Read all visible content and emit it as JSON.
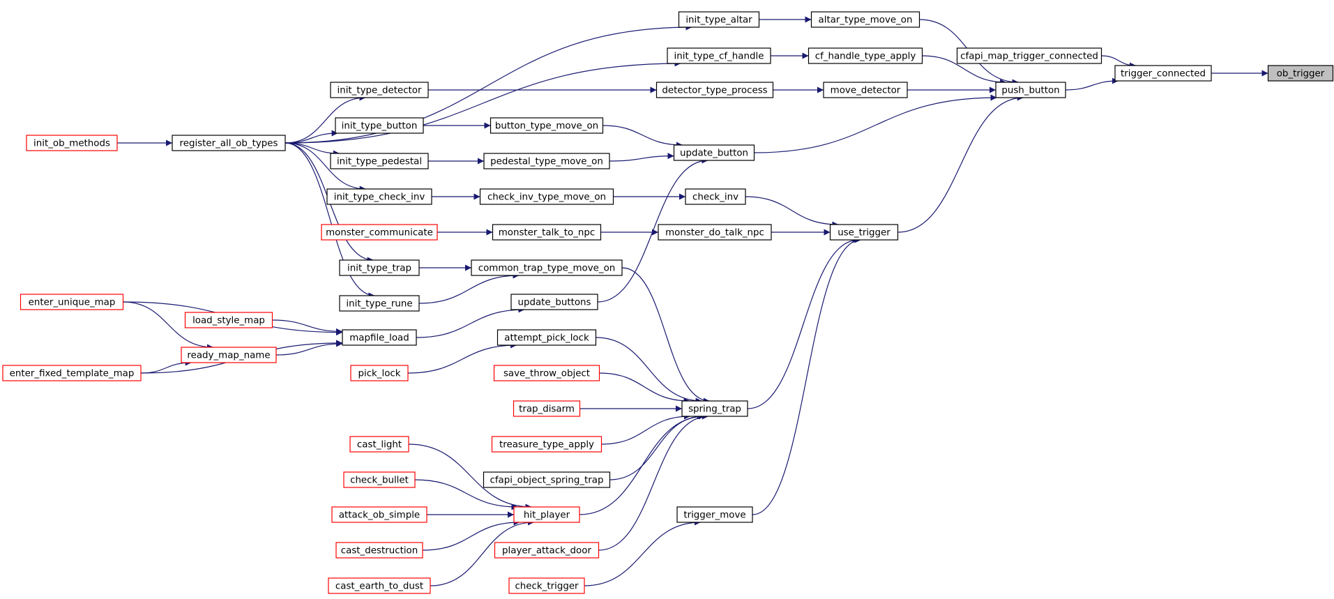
{
  "graph": {
    "colors": {
      "edge": "#191970",
      "node_border": "#000000",
      "unexpanded_border": "#ff0000",
      "focus_fill": "#bfbfbf"
    },
    "nodes": [
      {
        "id": "ob_trigger",
        "label": "ob_trigger",
        "style": "focus"
      },
      {
        "id": "trigger_connected",
        "label": "trigger_connected",
        "style": "normal"
      },
      {
        "id": "cfapi_map_trigger_connected",
        "label": "cfapi_map_trigger_connected",
        "style": "normal"
      },
      {
        "id": "push_button",
        "label": "push_button",
        "style": "normal"
      },
      {
        "id": "altar_type_move_on",
        "label": "altar_type_move_on",
        "style": "normal"
      },
      {
        "id": "cf_handle_type_apply",
        "label": "cf_handle_type_apply",
        "style": "normal"
      },
      {
        "id": "move_detector",
        "label": "move_detector",
        "style": "normal"
      },
      {
        "id": "update_button",
        "label": "update_button",
        "style": "normal"
      },
      {
        "id": "use_trigger",
        "label": "use_trigger",
        "style": "normal"
      },
      {
        "id": "init_type_altar",
        "label": "init_type_altar",
        "style": "normal"
      },
      {
        "id": "init_type_cf_handle",
        "label": "init_type_cf_handle",
        "style": "normal"
      },
      {
        "id": "detector_type_process",
        "label": "detector_type_process",
        "style": "normal"
      },
      {
        "id": "init_type_detector",
        "label": "init_type_detector",
        "style": "normal"
      },
      {
        "id": "register_all_ob_types",
        "label": "register_all_ob_types",
        "style": "normal"
      },
      {
        "id": "init_ob_methods",
        "label": "init_ob_methods",
        "style": "unexpanded"
      },
      {
        "id": "button_type_move_on",
        "label": "button_type_move_on",
        "style": "normal"
      },
      {
        "id": "init_type_button",
        "label": "init_type_button",
        "style": "normal"
      },
      {
        "id": "pedestal_type_move_on",
        "label": "pedestal_type_move_on",
        "style": "normal"
      },
      {
        "id": "init_type_pedestal",
        "label": "init_type_pedestal",
        "style": "normal"
      },
      {
        "id": "update_buttons",
        "label": "update_buttons",
        "style": "normal"
      },
      {
        "id": "mapfile_load",
        "label": "mapfile_load",
        "style": "normal"
      },
      {
        "id": "enter_unique_map",
        "label": "enter_unique_map",
        "style": "unexpanded"
      },
      {
        "id": "load_style_map",
        "label": "load_style_map",
        "style": "unexpanded"
      },
      {
        "id": "ready_map_name",
        "label": "ready_map_name",
        "style": "unexpanded"
      },
      {
        "id": "enter_fixed_template_map",
        "label": "enter_fixed_template_map",
        "style": "unexpanded"
      },
      {
        "id": "check_inv",
        "label": "check_inv",
        "style": "normal"
      },
      {
        "id": "check_inv_type_move_on",
        "label": "check_inv_type_move_on",
        "style": "normal"
      },
      {
        "id": "init_type_check_inv",
        "label": "init_type_check_inv",
        "style": "normal"
      },
      {
        "id": "monster_do_talk_npc",
        "label": "monster_do_talk_npc",
        "style": "normal"
      },
      {
        "id": "monster_talk_to_npc",
        "label": "monster_talk_to_npc",
        "style": "normal"
      },
      {
        "id": "monster_communicate",
        "label": "monster_communicate",
        "style": "unexpanded"
      },
      {
        "id": "spring_trap",
        "label": "spring_trap",
        "style": "normal"
      },
      {
        "id": "common_trap_type_move_on",
        "label": "common_trap_type_move_on",
        "style": "normal"
      },
      {
        "id": "init_type_trap",
        "label": "init_type_trap",
        "style": "normal"
      },
      {
        "id": "init_type_rune",
        "label": "init_type_rune",
        "style": "normal"
      },
      {
        "id": "attempt_pick_lock",
        "label": "attempt_pick_lock",
        "style": "normal"
      },
      {
        "id": "pick_lock",
        "label": "pick_lock",
        "style": "unexpanded"
      },
      {
        "id": "save_throw_object",
        "label": "save_throw_object",
        "style": "unexpanded"
      },
      {
        "id": "trap_disarm",
        "label": "trap_disarm",
        "style": "unexpanded"
      },
      {
        "id": "treasure_type_apply",
        "label": "treasure_type_apply",
        "style": "unexpanded"
      },
      {
        "id": "cfapi_object_spring_trap",
        "label": "cfapi_object_spring_trap",
        "style": "normal"
      },
      {
        "id": "hit_player",
        "label": "hit_player",
        "style": "unexpanded"
      },
      {
        "id": "cast_light",
        "label": "cast_light",
        "style": "unexpanded"
      },
      {
        "id": "check_bullet",
        "label": "check_bullet",
        "style": "unexpanded"
      },
      {
        "id": "attack_ob_simple",
        "label": "attack_ob_simple",
        "style": "unexpanded"
      },
      {
        "id": "cast_destruction",
        "label": "cast_destruction",
        "style": "unexpanded"
      },
      {
        "id": "cast_earth_to_dust",
        "label": "cast_earth_to_dust",
        "style": "unexpanded"
      },
      {
        "id": "player_attack_door",
        "label": "player_attack_door",
        "style": "unexpanded"
      },
      {
        "id": "trigger_move",
        "label": "trigger_move",
        "style": "normal"
      },
      {
        "id": "check_trigger",
        "label": "check_trigger",
        "style": "unexpanded"
      }
    ],
    "edges": [
      {
        "from": "trigger_connected",
        "to": "ob_trigger"
      },
      {
        "from": "cfapi_map_trigger_connected",
        "to": "trigger_connected"
      },
      {
        "from": "push_button",
        "to": "trigger_connected"
      },
      {
        "from": "altar_type_move_on",
        "to": "push_button"
      },
      {
        "from": "cf_handle_type_apply",
        "to": "push_button"
      },
      {
        "from": "move_detector",
        "to": "push_button"
      },
      {
        "from": "update_button",
        "to": "push_button"
      },
      {
        "from": "use_trigger",
        "to": "push_button"
      },
      {
        "from": "init_type_altar",
        "to": "altar_type_move_on"
      },
      {
        "from": "register_all_ob_types",
        "to": "init_type_altar"
      },
      {
        "from": "init_type_cf_handle",
        "to": "cf_handle_type_apply"
      },
      {
        "from": "register_all_ob_types",
        "to": "init_type_cf_handle"
      },
      {
        "from": "detector_type_process",
        "to": "move_detector"
      },
      {
        "from": "init_type_detector",
        "to": "detector_type_process"
      },
      {
        "from": "register_all_ob_types",
        "to": "init_type_detector"
      },
      {
        "from": "init_ob_methods",
        "to": "register_all_ob_types"
      },
      {
        "from": "button_type_move_on",
        "to": "update_button"
      },
      {
        "from": "init_type_button",
        "to": "button_type_move_on"
      },
      {
        "from": "register_all_ob_types",
        "to": "init_type_button"
      },
      {
        "from": "pedestal_type_move_on",
        "to": "update_button"
      },
      {
        "from": "init_type_pedestal",
        "to": "pedestal_type_move_on"
      },
      {
        "from": "register_all_ob_types",
        "to": "init_type_pedestal"
      },
      {
        "from": "update_buttons",
        "to": "update_button"
      },
      {
        "from": "mapfile_load",
        "to": "update_buttons"
      },
      {
        "from": "enter_unique_map",
        "to": "mapfile_load"
      },
      {
        "from": "enter_unique_map",
        "to": "ready_map_name"
      },
      {
        "from": "load_style_map",
        "to": "mapfile_load"
      },
      {
        "from": "ready_map_name",
        "to": "mapfile_load"
      },
      {
        "from": "enter_fixed_template_map",
        "to": "mapfile_load"
      },
      {
        "from": "enter_fixed_template_map",
        "to": "ready_map_name"
      },
      {
        "from": "check_inv",
        "to": "use_trigger"
      },
      {
        "from": "check_inv_type_move_on",
        "to": "check_inv"
      },
      {
        "from": "init_type_check_inv",
        "to": "check_inv_type_move_on"
      },
      {
        "from": "register_all_ob_types",
        "to": "init_type_check_inv"
      },
      {
        "from": "monster_do_talk_npc",
        "to": "use_trigger"
      },
      {
        "from": "monster_talk_to_npc",
        "to": "monster_do_talk_npc"
      },
      {
        "from": "monster_communicate",
        "to": "monster_talk_to_npc"
      },
      {
        "from": "spring_trap",
        "to": "use_trigger"
      },
      {
        "from": "common_trap_type_move_on",
        "to": "spring_trap"
      },
      {
        "from": "init_type_trap",
        "to": "common_trap_type_move_on"
      },
      {
        "from": "register_all_ob_types",
        "to": "init_type_trap"
      },
      {
        "from": "init_type_rune",
        "to": "common_trap_type_move_on"
      },
      {
        "from": "register_all_ob_types",
        "to": "init_type_rune"
      },
      {
        "from": "attempt_pick_lock",
        "to": "spring_trap"
      },
      {
        "from": "pick_lock",
        "to": "attempt_pick_lock"
      },
      {
        "from": "save_throw_object",
        "to": "spring_trap"
      },
      {
        "from": "trap_disarm",
        "to": "spring_trap"
      },
      {
        "from": "treasure_type_apply",
        "to": "spring_trap"
      },
      {
        "from": "cfapi_object_spring_trap",
        "to": "spring_trap"
      },
      {
        "from": "hit_player",
        "to": "spring_trap"
      },
      {
        "from": "cast_light",
        "to": "hit_player"
      },
      {
        "from": "check_bullet",
        "to": "hit_player"
      },
      {
        "from": "attack_ob_simple",
        "to": "hit_player"
      },
      {
        "from": "cast_destruction",
        "to": "hit_player"
      },
      {
        "from": "cast_earth_to_dust",
        "to": "hit_player"
      },
      {
        "from": "player_attack_door",
        "to": "spring_trap"
      },
      {
        "from": "trigger_move",
        "to": "use_trigger"
      },
      {
        "from": "check_trigger",
        "to": "trigger_move"
      }
    ]
  }
}
